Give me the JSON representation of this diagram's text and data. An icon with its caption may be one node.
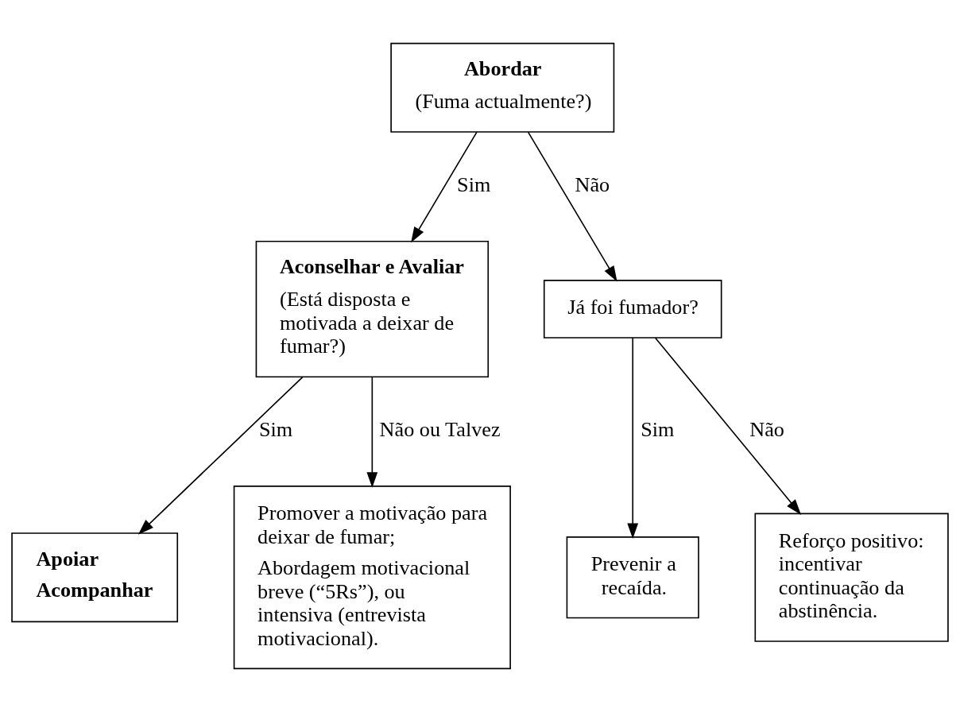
{
  "diagram": {
    "nodes": [
      {
        "text": [
          "Abordar",
          "(Fuma actualmente?)"
        ]
      },
      {
        "text": [
          "Aconselhar e Avaliar",
          "(Está disposta e motivada a deixar de fumar?)"
        ]
      },
      {
        "text": [
          "Já foi fumador?"
        ]
      },
      {
        "text": [
          "Apoiar",
          "Acompanhar"
        ]
      },
      {
        "text": [
          "Promover a motivação para deixar de fumar;",
          "Abordagem motivacional breve (“5Rs”), ou intensiva (entrevista motivacional)."
        ]
      },
      {
        "text": [
          "Prevenir a recaída."
        ]
      },
      {
        "text": [
          "Reforço positivo: incentivar continuação da abstinência."
        ]
      }
    ],
    "edges": [
      {
        "from": 0,
        "to": 1,
        "arrow": "to",
        "label": "Sim"
      },
      {
        "from": 0,
        "to": 2,
        "arrow": "to",
        "label": "Não"
      },
      {
        "from": 1,
        "to": 3,
        "arrow": "to",
        "label": "Sim"
      },
      {
        "from": 1,
        "to": 4,
        "arrow": "to",
        "label": "Não ou Talvez"
      },
      {
        "from": 2,
        "to": 5,
        "arrow": "to",
        "label": "Sim"
      },
      {
        "from": 2,
        "to": 6,
        "arrow": "to",
        "label": "Não"
      }
    ]
  }
}
